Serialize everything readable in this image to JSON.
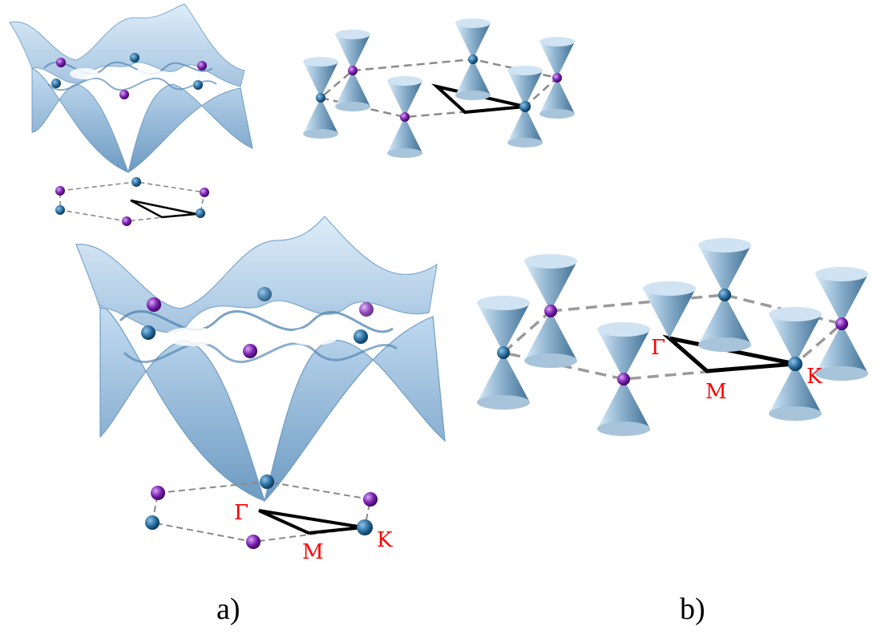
{
  "panels": [
    {
      "caption": "a)",
      "labels": {
        "gamma": "Γ",
        "m": "M",
        "k": "K"
      }
    },
    {
      "caption": "b)",
      "labels": {
        "gamma": "Γ",
        "m": "M",
        "k": "K"
      }
    }
  ],
  "colors": {
    "surface": "#a7c7e6",
    "surface_edge": "#7ba7d0",
    "cone": "#8fb3cf",
    "point_k": "#1f5f8f",
    "point_kprime": "#7a1fb0",
    "path": "#000000",
    "hexagon": "#9a9a9a",
    "symmetry_label": "#ff0000"
  },
  "icons": [
    "dirac-cone-icon",
    "high-symmetry-point-icon"
  ]
}
